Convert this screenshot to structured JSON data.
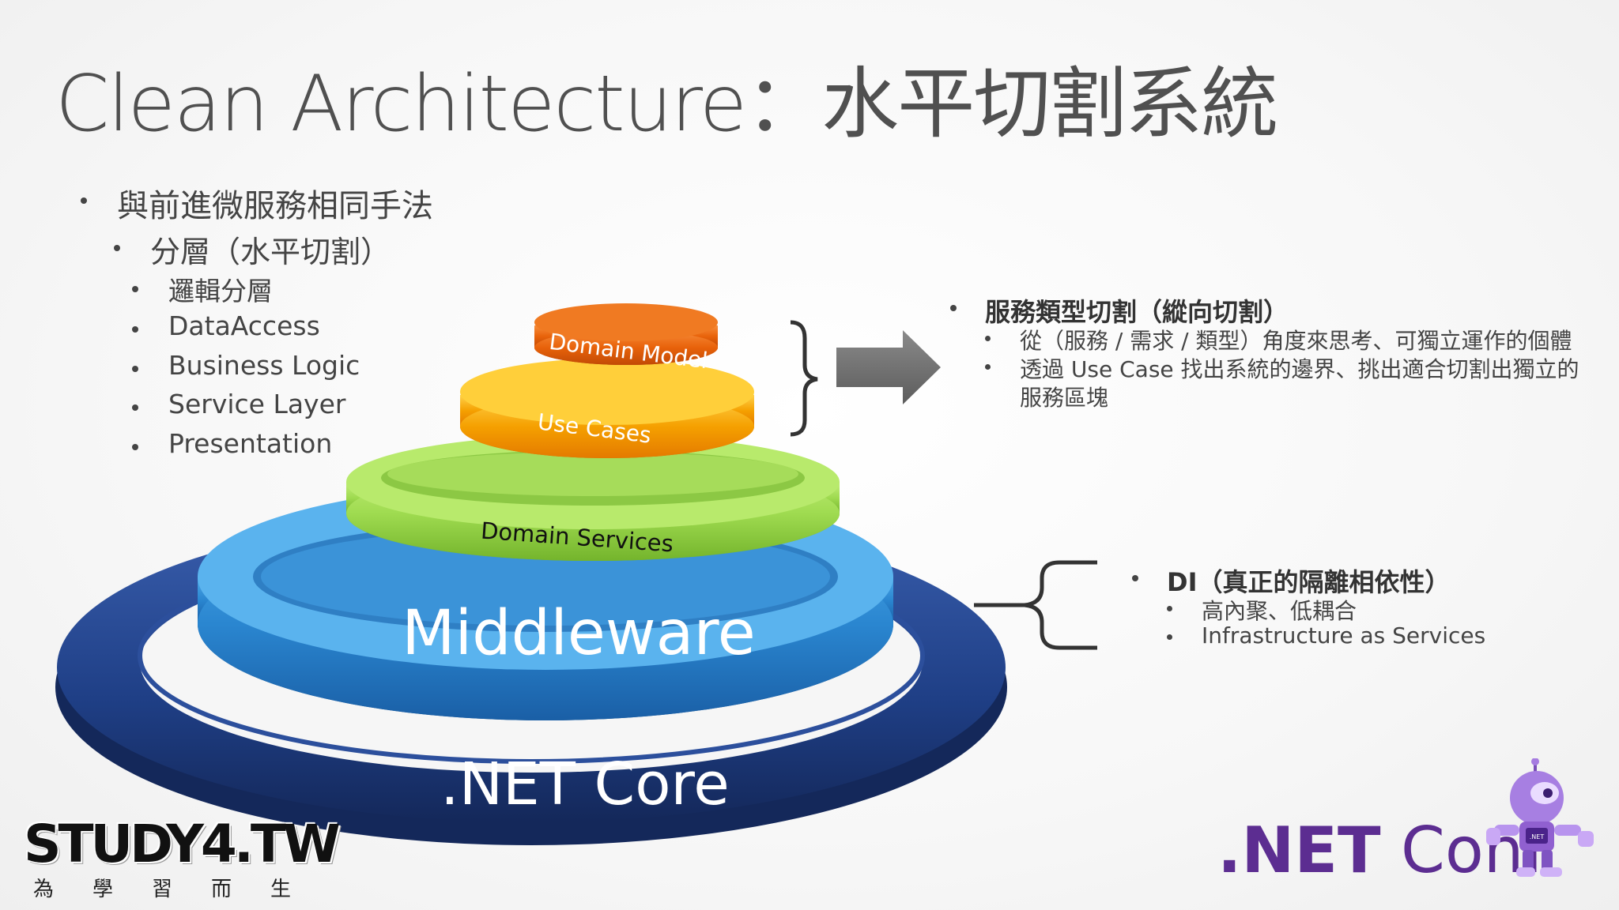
{
  "title": "Clean Architecture：水平切割系統",
  "left_bullets": {
    "l1": "與前進微服務相同手法",
    "l2": "分層（水平切割）",
    "l3": [
      "邏輯分層",
      "DataAccess",
      "Business Logic",
      "Service Layer",
      "Presentation"
    ]
  },
  "layers": {
    "domain_model": "Domain Model",
    "use_cases": "Use Cases",
    "domain_services": "Domain Services",
    "middleware": "Middleware",
    "net_core": ".NET Core"
  },
  "right_top": {
    "heading": "服務類型切割（縱向切割）",
    "items": [
      "從（服務 / 需求 / 類型）角度來思考、可獨立運作的個體",
      "透過 Use Case 找出系統的邊界、挑出適合切割出獨立的",
      "服務區塊"
    ]
  },
  "right_bottom": {
    "heading": "DI（真正的隔離相依性）",
    "items": [
      "高內聚、低耦合",
      "Infrastructure as Services"
    ]
  },
  "logos": {
    "study4": "STUDY4.TW",
    "study4_sub": [
      "為",
      "學",
      "習",
      "而",
      "生"
    ],
    "netconf_bold": ".NET",
    "netconf_light": " Conf",
    "bot_badge": ".NET"
  },
  "colors": {
    "net_core_ring": "#1f3f86",
    "middleware": "#2a86d0",
    "domain_services": "#8fd040",
    "use_cases": "#f5a000",
    "domain_model": "#e8620a",
    "netconf": "#5c2d91"
  }
}
